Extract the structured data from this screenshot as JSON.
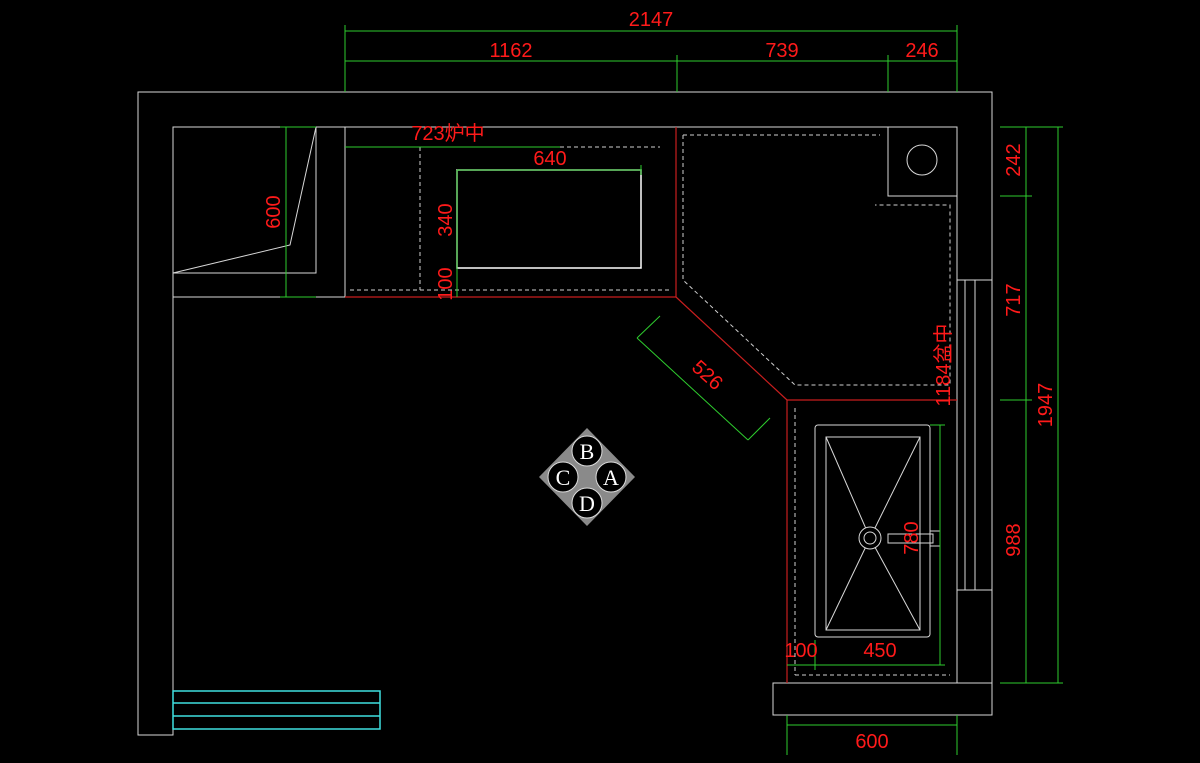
{
  "dimensions": {
    "total_width": "2147",
    "seg_left": "1162",
    "seg_mid": "739",
    "seg_right": "246",
    "right_top": "242",
    "right_mid": "717",
    "right_bottom": "988",
    "right_total": "1947",
    "left_counter_depth": "600",
    "stove_width": "640",
    "stove_depth": "340",
    "stove_offset": "100",
    "diagonal": "526",
    "sink_depth": "780",
    "sink_offset": "100",
    "sink_width": "450",
    "bottom_width": "600"
  },
  "labels": {
    "stove_center": "723炉中",
    "sink_center": "1184盆中"
  },
  "compass": {
    "north": "B",
    "west": "C",
    "east": "A",
    "south": "D"
  },
  "colors": {
    "background": "#000000",
    "dimension_text": "#ff1a1a",
    "dimension_line": "#2ecc2e",
    "counter_edge": "#c81e1e",
    "window": "#3fe0e0"
  }
}
